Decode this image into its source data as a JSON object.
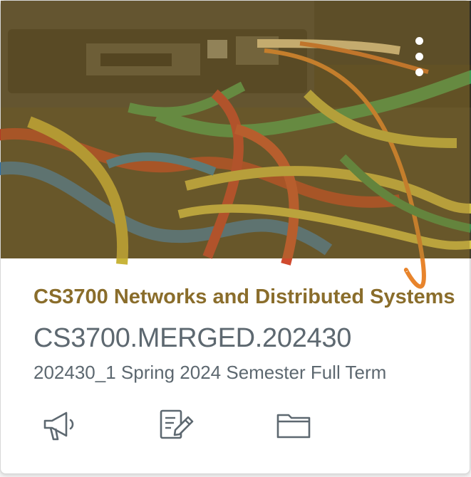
{
  "course": {
    "title": "CS3700 Networks and Distributed Systems",
    "code": "CS3700.MERGED.202430",
    "term": "202430_1 Spring 2024 Semester Full Term"
  },
  "colors": {
    "accent": "#8a6d2b",
    "secondary_text": "#5d6870",
    "overlay": "#98782c"
  },
  "icons": {
    "menu": "more-vertical-icon",
    "announcements": "megaphone-icon",
    "assignments": "assignment-icon",
    "files": "folder-icon"
  }
}
